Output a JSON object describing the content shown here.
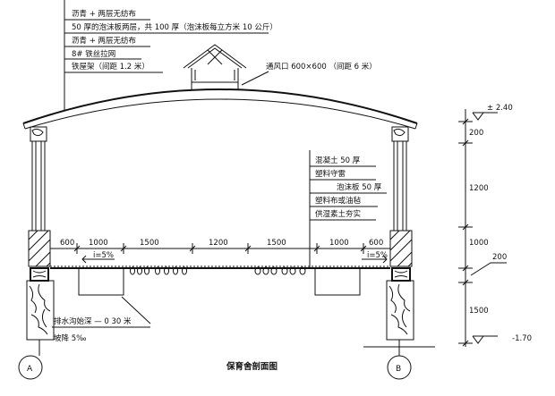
{
  "title": "保育舍剖面图",
  "roof_layers": [
    "沥青 + 两层无纺布",
    "50 厚的泡沫板两层，共 100 厚（泡沫板每立方米 10 公斤）",
    "沥青 + 两层无纺布",
    "8# 铁丝拉网",
    "铁屋架（间距 1.2 米）"
  ],
  "vent_label": "通风口 600×600 （间距 6 米）",
  "floor_layers": [
    "混凝土 50 厚",
    "塑料守雷",
    "泡沫板 50 厚",
    "塑料布或油毡",
    "供湿素土夯实"
  ],
  "drain_labels": [
    "排水沟始深 — 0 30 米",
    "坡降 5‰"
  ],
  "slope_left": "i=5%",
  "slope_right": "i=5%",
  "span_dims": [
    "600",
    "1000",
    "1500",
    "1200",
    "1500",
    "1000",
    "600"
  ],
  "elevations": [
    "± 2.40",
    "-1.70"
  ],
  "vertical_dims": [
    "200",
    "1200",
    "1000",
    "200",
    "1500"
  ],
  "axis_left": "A",
  "axis_right": "B"
}
